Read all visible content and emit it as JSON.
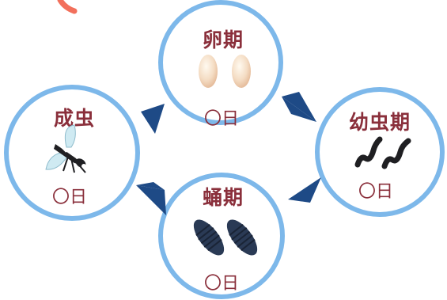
{
  "stages": {
    "egg": {
      "title": "卵期",
      "duration": "〇日",
      "icon": "eggs-icon"
    },
    "larva": {
      "title": "幼虫期",
      "duration": "〇日",
      "icon": "larvae-icon"
    },
    "pupa": {
      "title": "蛹期",
      "duration": "〇日",
      "icon": "pupae-icon"
    },
    "adult": {
      "title": "成虫",
      "duration": "〇日",
      "icon": "fly-icon"
    }
  },
  "colors": {
    "circle_border": "#7db8ea",
    "title_text": "#8a2f3b",
    "arrow": "#1e4a86",
    "accent_top_left": "#f2705c"
  }
}
